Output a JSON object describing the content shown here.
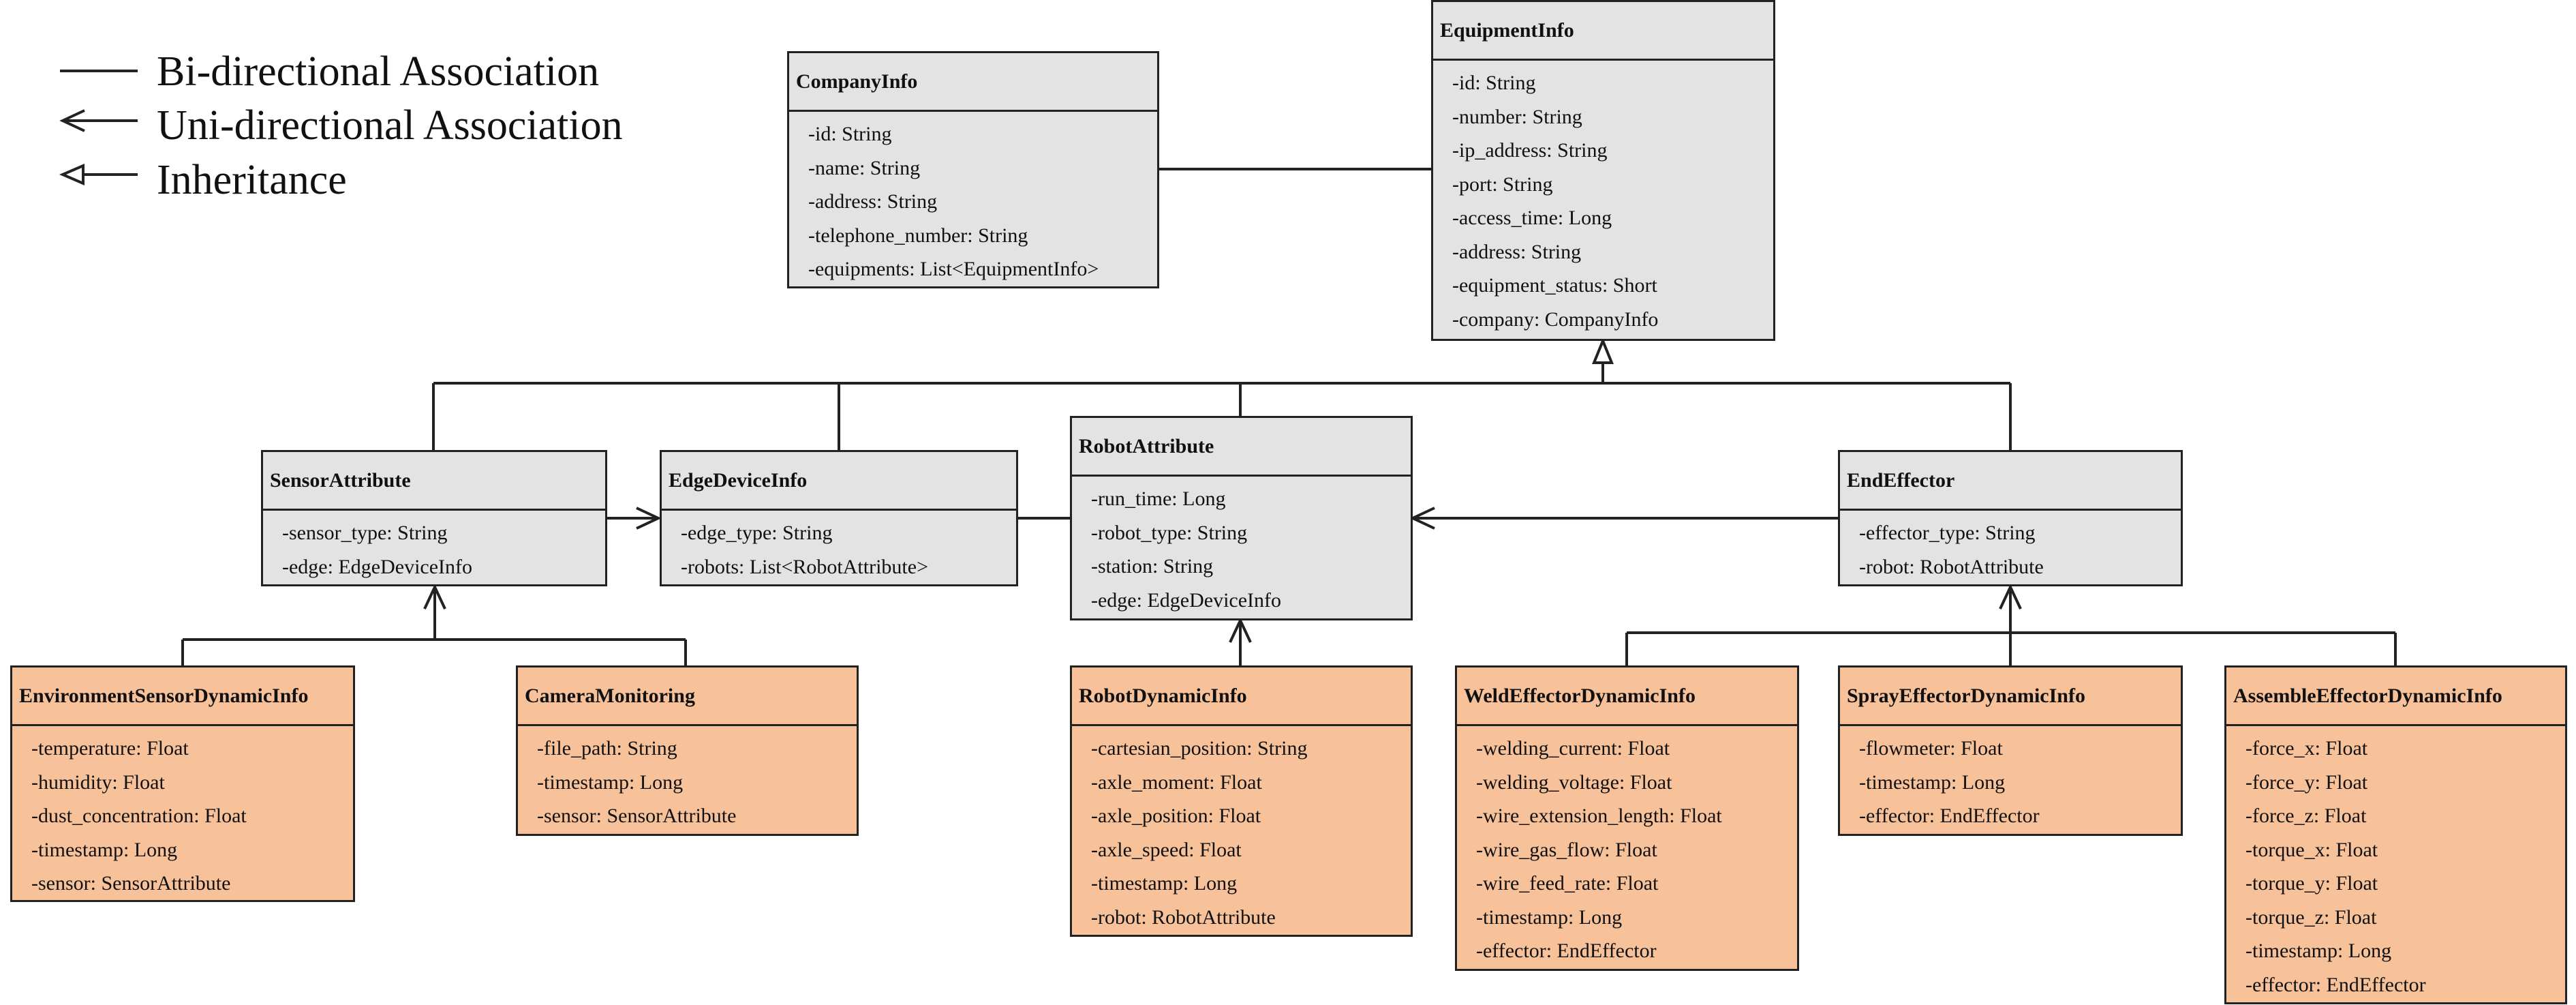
{
  "legend": [
    {
      "kind": "bi",
      "label": "Bi-directional Association"
    },
    {
      "kind": "uni",
      "label": "Uni-directional Association"
    },
    {
      "kind": "inherit",
      "label": "Inheritance"
    }
  ],
  "colors": {
    "base_class": "#e3e3e3",
    "dynamic_class": "#f7c29a",
    "stroke": "#222222"
  },
  "classes": {
    "company_info": {
      "name": "CompanyInfo",
      "attrs": [
        "-id: String",
        "-name: String",
        "-address: String",
        "-telephone_number: String",
        "-equipments: List<EquipmentInfo>"
      ]
    },
    "equipment_info": {
      "name": "EquipmentInfo",
      "attrs": [
        "-id: String",
        "-number: String",
        "-ip_address: String",
        "-port: String",
        "-access_time: Long",
        "-address: String",
        "-equipment_status: Short",
        "-company: CompanyInfo"
      ]
    },
    "sensor_attribute": {
      "name": "SensorAttribute",
      "attrs": [
        "-sensor_type: String",
        "-edge: EdgeDeviceInfo"
      ]
    },
    "edge_device_info": {
      "name": "EdgeDeviceInfo",
      "attrs": [
        "-edge_type: String",
        "-robots: List<RobotAttribute>"
      ]
    },
    "robot_attribute": {
      "name": "RobotAttribute",
      "attrs": [
        "-run_time: Long",
        "-robot_type: String",
        "-station: String",
        "-edge: EdgeDeviceInfo"
      ]
    },
    "end_effector": {
      "name": "EndEffector",
      "attrs": [
        "-effector_type: String",
        "-robot: RobotAttribute"
      ]
    },
    "environment_sensor_dynamic_info": {
      "name": "EnvironmentSensorDynamicInfo",
      "attrs": [
        "-temperature: Float",
        "-humidity: Float",
        "-dust_concentration: Float",
        "-timestamp: Long",
        "-sensor: SensorAttribute"
      ]
    },
    "camera_monitoring": {
      "name": "CameraMonitoring",
      "attrs": [
        "-file_path: String",
        "-timestamp: Long",
        "-sensor: SensorAttribute"
      ]
    },
    "robot_dynamic_info": {
      "name": "RobotDynamicInfo",
      "attrs": [
        "-cartesian_position: String",
        "-axle_moment: Float",
        "-axle_position: Float",
        "-axle_speed: Float",
        "-timestamp: Long",
        "-robot: RobotAttribute"
      ]
    },
    "weld_effector_dynamic_info": {
      "name": "WeldEffectorDynamicInfo",
      "attrs": [
        "-welding_current: Float",
        "-welding_voltage: Float",
        "-wire_extension_length: Float",
        "-wire_gas_flow: Float",
        "-wire_feed_rate: Float",
        "-timestamp: Long",
        "-effector: EndEffector"
      ]
    },
    "spray_effector_dynamic_info": {
      "name": "SprayEffectorDynamicInfo",
      "attrs": [
        "-flowmeter: Float",
        "-timestamp: Long",
        "-effector: EndEffector"
      ]
    },
    "assemble_effector_dynamic_info": {
      "name": "AssembleEffectorDynamicInfo",
      "attrs": [
        "-force_x: Float",
        "-force_y: Float",
        "-force_z: Float",
        "-torque_x: Float",
        "-torque_y: Float",
        "-torque_z: Float",
        "-timestamp: Long",
        "-effector: EndEffector"
      ]
    }
  },
  "relations": [
    {
      "type": "bi-directional-association",
      "from": "CompanyInfo",
      "to": "EquipmentInfo"
    },
    {
      "type": "inheritance",
      "from": "SensorAttribute",
      "to": "EquipmentInfo"
    },
    {
      "type": "inheritance",
      "from": "EdgeDeviceInfo",
      "to": "EquipmentInfo"
    },
    {
      "type": "inheritance",
      "from": "RobotAttribute",
      "to": "EquipmentInfo"
    },
    {
      "type": "inheritance",
      "from": "EndEffector",
      "to": "EquipmentInfo"
    },
    {
      "type": "uni-directional-association",
      "from": "SensorAttribute",
      "to": "EdgeDeviceInfo"
    },
    {
      "type": "bi-directional-association",
      "from": "EdgeDeviceInfo",
      "to": "RobotAttribute"
    },
    {
      "type": "uni-directional-association",
      "from": "EndEffector",
      "to": "RobotAttribute"
    },
    {
      "type": "uni-directional-association",
      "from": "EnvironmentSensorDynamicInfo",
      "to": "SensorAttribute"
    },
    {
      "type": "uni-directional-association",
      "from": "CameraMonitoring",
      "to": "SensorAttribute"
    },
    {
      "type": "uni-directional-association",
      "from": "RobotDynamicInfo",
      "to": "RobotAttribute"
    },
    {
      "type": "uni-directional-association",
      "from": "WeldEffectorDynamicInfo",
      "to": "EndEffector"
    },
    {
      "type": "uni-directional-association",
      "from": "SprayEffectorDynamicInfo",
      "to": "EndEffector"
    },
    {
      "type": "uni-directional-association",
      "from": "AssembleEffectorDynamicInfo",
      "to": "EndEffector"
    }
  ]
}
